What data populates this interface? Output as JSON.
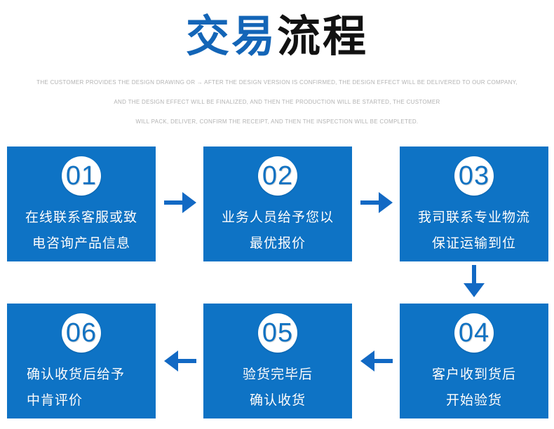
{
  "title": {
    "blue": "交易",
    "black": "流程"
  },
  "subtitle_lines": [
    "THE CUSTOMER PROVIDES THE DESIGN DRAWING OR → AFTER THE DESIGN VERSION IS CONFIRMED, THE DESIGN EFFECT WILL BE DELIVERED TO OUR COMPANY,",
    "AND THE DESIGN EFFECT WILL BE FINALIZED, AND THEN THE PRODUCTION WILL BE STARTED, THE CUSTOMER",
    "WILL PACK, DELIVER, CONFIRM THE RECEIPT, AND THEN THE INSPECTION WILL BE COMPLETED."
  ],
  "steps": [
    {
      "number": "01",
      "line1": "在线联系客服或致",
      "line2": "电咨询产品信息"
    },
    {
      "number": "02",
      "line1": "业务人员给予您以",
      "line2": "最优报价"
    },
    {
      "number": "03",
      "line1": "我司联系专业物流",
      "line2": "保证运输到位"
    },
    {
      "number": "04",
      "line1": "客户收到货后",
      "line2": "开始验货"
    },
    {
      "number": "05",
      "line1": "验货完毕后",
      "line2": "确认收货"
    },
    {
      "number": "06",
      "line1": "确认收货后给予",
      "line2": "中肯评价"
    }
  ],
  "colors": {
    "box_blue": "#0e73c5",
    "title_blue": "#1365b7",
    "title_black": "#121212",
    "subtitle_gray": "#b3b3b3",
    "arrow_blue": "#1269c4",
    "number_blue": "#1172c2"
  }
}
